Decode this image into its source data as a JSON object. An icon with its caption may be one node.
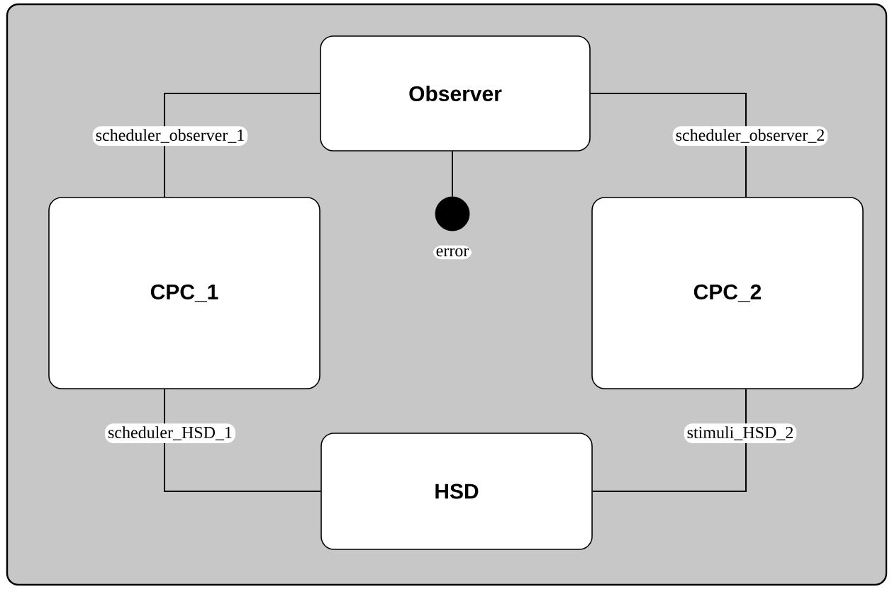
{
  "diagram": {
    "nodes": [
      {
        "text": [
          "Observer"
        ]
      },
      {
        "text": [
          "CPC_1"
        ]
      },
      {
        "text": [],
        "shape": "circle",
        "beside": [
          "error"
        ]
      },
      {
        "text": [
          "CPC_2"
        ]
      },
      {
        "text": [
          "HSD"
        ]
      }
    ],
    "edges": [
      {
        "from": 0,
        "to": 1,
        "arrow": "none",
        "label": "scheduler_observer_1"
      },
      {
        "from": 0,
        "to": 3,
        "arrow": "none",
        "label": "scheduler_observer_2"
      },
      {
        "from": 1,
        "to": 4,
        "arrow": "none",
        "label": "scheduler_HSD_1"
      },
      {
        "from": 3,
        "to": 4,
        "arrow": "none",
        "label": "stimuli_HSD_2"
      },
      {
        "from": 0,
        "to": 2,
        "arrow": "none"
      }
    ]
  }
}
